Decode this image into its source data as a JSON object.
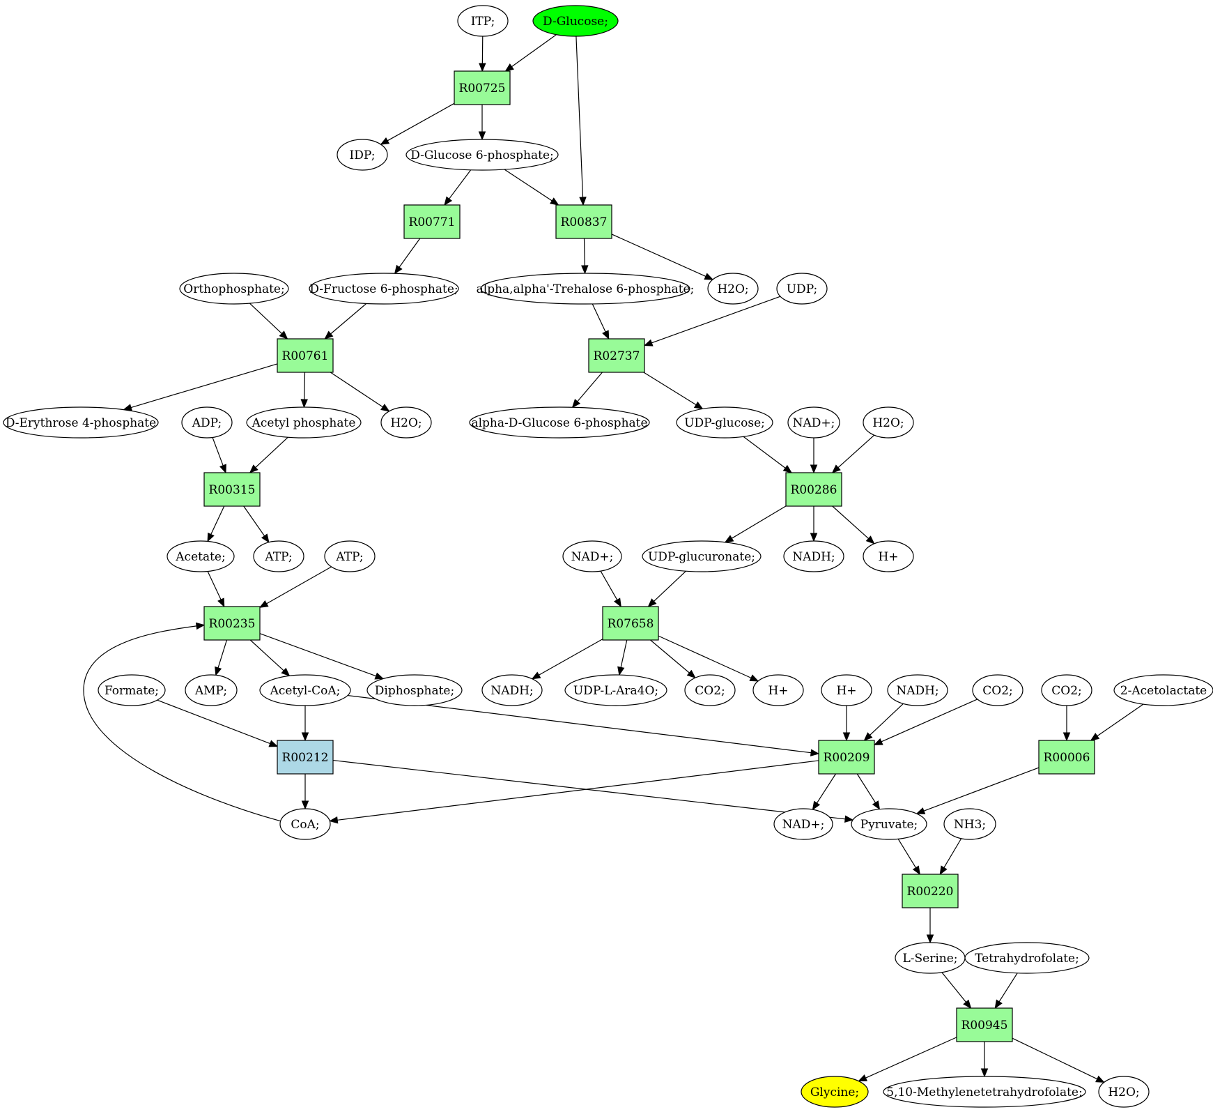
{
  "colors": {
    "reaction": "#98fb98",
    "reaction_alt": "#add8e6",
    "compound": "#ffffff",
    "source": "#00ff00",
    "target": "#ffff00",
    "edge": "#000000"
  },
  "nodes": [
    {
      "id": "itp",
      "label": "ITP;",
      "kind": "compound"
    },
    {
      "id": "dglucose",
      "label": "D-Glucose;",
      "kind": "compound",
      "fill": "source"
    },
    {
      "id": "r00725",
      "label": "R00725",
      "kind": "reaction"
    },
    {
      "id": "idp",
      "label": "IDP;",
      "kind": "compound"
    },
    {
      "id": "g6p",
      "label": "D-Glucose 6-phosphate;",
      "kind": "compound"
    },
    {
      "id": "r00771",
      "label": "R00771",
      "kind": "reaction"
    },
    {
      "id": "r00837",
      "label": "R00837",
      "kind": "reaction"
    },
    {
      "id": "orthophosphate",
      "label": "Orthophosphate;",
      "kind": "compound"
    },
    {
      "id": "f6p",
      "label": "D-Fructose 6-phosphate;",
      "kind": "compound"
    },
    {
      "id": "tre6p",
      "label": "alpha,alpha'-Trehalose 6-phosphate;",
      "kind": "compound"
    },
    {
      "id": "h2o_a",
      "label": "H2O;",
      "kind": "compound"
    },
    {
      "id": "udp",
      "label": "UDP;",
      "kind": "compound"
    },
    {
      "id": "r00761",
      "label": "R00761",
      "kind": "reaction"
    },
    {
      "id": "r02737",
      "label": "R02737",
      "kind": "reaction"
    },
    {
      "id": "e4p",
      "label": "D-Erythrose 4-phosphate",
      "kind": "compound"
    },
    {
      "id": "adp",
      "label": "ADP;",
      "kind": "compound"
    },
    {
      "id": "acetylp",
      "label": "Acetyl phosphate",
      "kind": "compound"
    },
    {
      "id": "h2o_b",
      "label": "H2O;",
      "kind": "compound"
    },
    {
      "id": "ag6p",
      "label": "alpha-D-Glucose 6-phosphate",
      "kind": "compound"
    },
    {
      "id": "udpglc",
      "label": "UDP-glucose;",
      "kind": "compound"
    },
    {
      "id": "nadp_a",
      "label": "NAD+;",
      "kind": "compound"
    },
    {
      "id": "h2o_c",
      "label": "H2O;",
      "kind": "compound"
    },
    {
      "id": "r00315",
      "label": "R00315",
      "kind": "reaction"
    },
    {
      "id": "r00286",
      "label": "R00286",
      "kind": "reaction"
    },
    {
      "id": "acetate",
      "label": "Acetate;",
      "kind": "compound"
    },
    {
      "id": "atp_a",
      "label": "ATP;",
      "kind": "compound"
    },
    {
      "id": "atp_b",
      "label": "ATP;",
      "kind": "compound"
    },
    {
      "id": "nadp_b",
      "label": "NAD+;",
      "kind": "compound"
    },
    {
      "id": "udpgca",
      "label": "UDP-glucuronate;",
      "kind": "compound"
    },
    {
      "id": "nadh_a",
      "label": "NADH;",
      "kind": "compound"
    },
    {
      "id": "hplus_a",
      "label": "H+",
      "kind": "compound"
    },
    {
      "id": "r00235",
      "label": "R00235",
      "kind": "reaction"
    },
    {
      "id": "r07658",
      "label": "R07658",
      "kind": "reaction"
    },
    {
      "id": "formate",
      "label": "Formate;",
      "kind": "compound"
    },
    {
      "id": "amp",
      "label": "AMP;",
      "kind": "compound"
    },
    {
      "id": "acoa",
      "label": "Acetyl-CoA;",
      "kind": "compound"
    },
    {
      "id": "ppi",
      "label": "Diphosphate;",
      "kind": "compound"
    },
    {
      "id": "nadh_b",
      "label": "NADH;",
      "kind": "compound"
    },
    {
      "id": "udpara",
      "label": "UDP-L-Ara4O;",
      "kind": "compound"
    },
    {
      "id": "co2_a",
      "label": "CO2;",
      "kind": "compound"
    },
    {
      "id": "hplus_b",
      "label": "H+",
      "kind": "compound"
    },
    {
      "id": "hplus_c",
      "label": "H+",
      "kind": "compound"
    },
    {
      "id": "nadh_c",
      "label": "NADH;",
      "kind": "compound"
    },
    {
      "id": "co2_b",
      "label": "CO2;",
      "kind": "compound"
    },
    {
      "id": "co2_c",
      "label": "CO2;",
      "kind": "compound"
    },
    {
      "id": "acetolactate",
      "label": "2-Acetolactate",
      "kind": "compound"
    },
    {
      "id": "r00212",
      "label": "R00212",
      "kind": "reaction",
      "fill": "reaction_alt"
    },
    {
      "id": "r00209",
      "label": "R00209",
      "kind": "reaction"
    },
    {
      "id": "r00006",
      "label": "R00006",
      "kind": "reaction"
    },
    {
      "id": "coa",
      "label": "CoA;",
      "kind": "compound"
    },
    {
      "id": "nadp_c",
      "label": "NAD+;",
      "kind": "compound"
    },
    {
      "id": "pyruvate",
      "label": "Pyruvate;",
      "kind": "compound"
    },
    {
      "id": "nh3",
      "label": "NH3;",
      "kind": "compound"
    },
    {
      "id": "r00220",
      "label": "R00220",
      "kind": "reaction"
    },
    {
      "id": "lserine",
      "label": "L-Serine;",
      "kind": "compound"
    },
    {
      "id": "thf",
      "label": "Tetrahydrofolate;",
      "kind": "compound"
    },
    {
      "id": "r00945",
      "label": "R00945",
      "kind": "reaction"
    },
    {
      "id": "glycine",
      "label": "Glycine;",
      "kind": "compound",
      "fill": "target"
    },
    {
      "id": "mthf",
      "label": "5,10-Methylenetetrahydrofolate;",
      "kind": "compound"
    },
    {
      "id": "h2o_d",
      "label": "H2O;",
      "kind": "compound"
    }
  ],
  "edges": [
    [
      "itp",
      "r00725"
    ],
    [
      "dglucose",
      "r00725"
    ],
    [
      "dglucose",
      "r00837"
    ],
    [
      "r00725",
      "idp"
    ],
    [
      "r00725",
      "g6p"
    ],
    [
      "g6p",
      "r00771"
    ],
    [
      "g6p",
      "r00837"
    ],
    [
      "r00771",
      "f6p"
    ],
    [
      "r00837",
      "tre6p"
    ],
    [
      "r00837",
      "h2o_a"
    ],
    [
      "orthophosphate",
      "r00761"
    ],
    [
      "f6p",
      "r00761"
    ],
    [
      "tre6p",
      "r02737"
    ],
    [
      "udp",
      "r02737"
    ],
    [
      "r00761",
      "e4p"
    ],
    [
      "r00761",
      "acetylp"
    ],
    [
      "r00761",
      "h2o_b"
    ],
    [
      "r02737",
      "ag6p"
    ],
    [
      "r02737",
      "udpglc"
    ],
    [
      "adp",
      "r00315"
    ],
    [
      "acetylp",
      "r00315"
    ],
    [
      "udpglc",
      "r00286"
    ],
    [
      "nadp_a",
      "r00286"
    ],
    [
      "h2o_c",
      "r00286"
    ],
    [
      "r00315",
      "acetate"
    ],
    [
      "r00315",
      "atp_a"
    ],
    [
      "r00286",
      "udpgca"
    ],
    [
      "r00286",
      "nadh_a"
    ],
    [
      "r00286",
      "hplus_a"
    ],
    [
      "acetate",
      "r00235"
    ],
    [
      "atp_b",
      "r00235"
    ],
    [
      "coa",
      "r00235"
    ],
    [
      "nadp_b",
      "r07658"
    ],
    [
      "udpgca",
      "r07658"
    ],
    [
      "r00235",
      "amp"
    ],
    [
      "r00235",
      "acoa"
    ],
    [
      "r00235",
      "ppi"
    ],
    [
      "r07658",
      "nadh_b"
    ],
    [
      "r07658",
      "udpara"
    ],
    [
      "r07658",
      "co2_a"
    ],
    [
      "r07658",
      "hplus_b"
    ],
    [
      "formate",
      "r00212"
    ],
    [
      "acoa",
      "r00212"
    ],
    [
      "acoa",
      "r00209"
    ],
    [
      "hplus_c",
      "r00209"
    ],
    [
      "nadh_c",
      "r00209"
    ],
    [
      "co2_b",
      "r00209"
    ],
    [
      "co2_c",
      "r00006"
    ],
    [
      "acetolactate",
      "r00006"
    ],
    [
      "r00212",
      "coa"
    ],
    [
      "r00212",
      "pyruvate"
    ],
    [
      "r00209",
      "coa"
    ],
    [
      "r00209",
      "nadp_c"
    ],
    [
      "r00209",
      "pyruvate"
    ],
    [
      "r00006",
      "pyruvate"
    ],
    [
      "pyruvate",
      "r00220"
    ],
    [
      "nh3",
      "r00220"
    ],
    [
      "r00220",
      "lserine"
    ],
    [
      "lserine",
      "r00945"
    ],
    [
      "thf",
      "r00945"
    ],
    [
      "r00945",
      "glycine"
    ],
    [
      "r00945",
      "mthf"
    ],
    [
      "r00945",
      "h2o_d"
    ]
  ]
}
